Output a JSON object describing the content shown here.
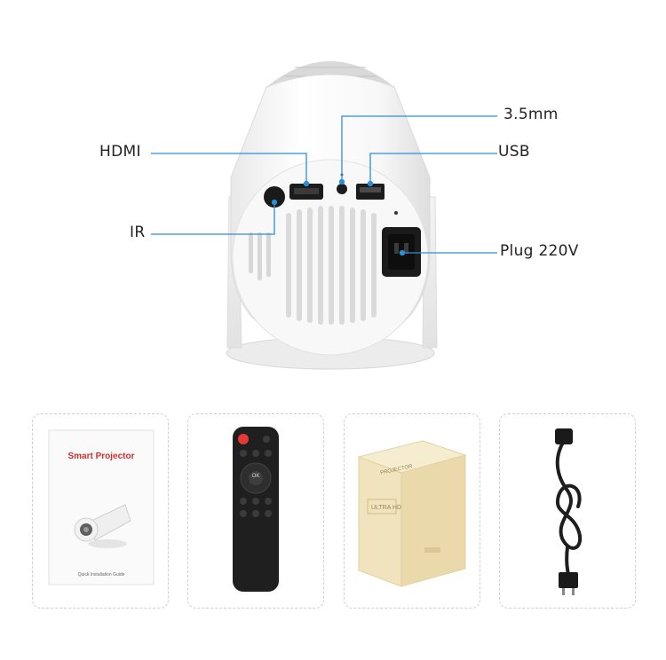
{
  "callouts": {
    "hdmi": "HDMI",
    "ir": "IR",
    "audio": "3.5mm",
    "usb": "USB",
    "plug": "Plug 220V"
  },
  "accessories": {
    "manual": {
      "title": "Smart Projector",
      "footer": "Quick Installation Guide"
    },
    "remote": {
      "ok": "OK"
    },
    "box": {
      "top_label": "PROJECTOR",
      "front_label": "ULTRA HD"
    }
  },
  "colors": {
    "callout_line": "#2b8fd6",
    "manual_title": "#d32f2f",
    "remote_power": "#e53935",
    "box": "#f1e3bd"
  }
}
